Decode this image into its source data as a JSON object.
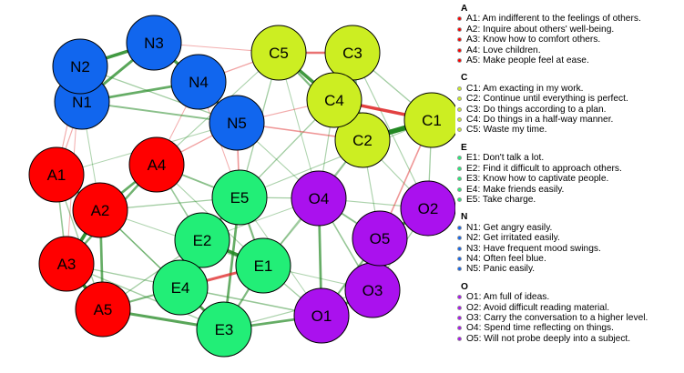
{
  "colors": {
    "A": "#ff0000",
    "C": "#ccee22",
    "E": "#22ee77",
    "N": "#1166ee",
    "O": "#aa11ee",
    "positive_edge": "#228822",
    "negative_edge": "#dd2222"
  },
  "nodes": [
    {
      "id": "A1",
      "group": "A"
    },
    {
      "id": "A2",
      "group": "A"
    },
    {
      "id": "A3",
      "group": "A"
    },
    {
      "id": "A4",
      "group": "A"
    },
    {
      "id": "A5",
      "group": "A"
    },
    {
      "id": "C1",
      "group": "C"
    },
    {
      "id": "C2",
      "group": "C"
    },
    {
      "id": "C3",
      "group": "C"
    },
    {
      "id": "C4",
      "group": "C"
    },
    {
      "id": "C5",
      "group": "C"
    },
    {
      "id": "E1",
      "group": "E"
    },
    {
      "id": "E2",
      "group": "E"
    },
    {
      "id": "E3",
      "group": "E"
    },
    {
      "id": "E4",
      "group": "E"
    },
    {
      "id": "E5",
      "group": "E"
    },
    {
      "id": "N1",
      "group": "N"
    },
    {
      "id": "N2",
      "group": "N"
    },
    {
      "id": "N3",
      "group": "N"
    },
    {
      "id": "N4",
      "group": "N"
    },
    {
      "id": "N5",
      "group": "N"
    },
    {
      "id": "O1",
      "group": "O"
    },
    {
      "id": "O2",
      "group": "O"
    },
    {
      "id": "O3",
      "group": "O"
    },
    {
      "id": "O4",
      "group": "O"
    },
    {
      "id": "O5",
      "group": "O"
    }
  ],
  "edges": [
    {
      "from": "N1",
      "to": "N2",
      "weight": 0.8,
      "sign": "+"
    },
    {
      "from": "N2",
      "to": "N3",
      "weight": 0.55,
      "sign": "+"
    },
    {
      "from": "N1",
      "to": "N3",
      "weight": 0.45,
      "sign": "+"
    },
    {
      "from": "N3",
      "to": "N4",
      "weight": 0.5,
      "sign": "+"
    },
    {
      "from": "N4",
      "to": "N5",
      "weight": 0.45,
      "sign": "+"
    },
    {
      "from": "N1",
      "to": "N4",
      "weight": 0.4,
      "sign": "+"
    },
    {
      "from": "N1",
      "to": "N5",
      "weight": 0.25,
      "sign": "+"
    },
    {
      "from": "N2",
      "to": "N5",
      "weight": 0.15,
      "sign": "+"
    },
    {
      "from": "C1",
      "to": "C2",
      "weight": 0.9,
      "sign": "+"
    },
    {
      "from": "C4",
      "to": "C1",
      "weight": 0.55,
      "sign": "-"
    },
    {
      "from": "C5",
      "to": "C3",
      "weight": 0.35,
      "sign": "-"
    },
    {
      "from": "C5",
      "to": "C4",
      "weight": 0.55,
      "sign": "+"
    },
    {
      "from": "C2",
      "to": "C4",
      "weight": 0.35,
      "sign": "+"
    },
    {
      "from": "C3",
      "to": "C4",
      "weight": 0.3,
      "sign": "+"
    },
    {
      "from": "C3",
      "to": "C2",
      "weight": 0.3,
      "sign": "+"
    },
    {
      "from": "C5",
      "to": "C2",
      "weight": 0.3,
      "sign": "+"
    },
    {
      "from": "C1",
      "to": "O5",
      "weight": 0.2,
      "sign": "-"
    },
    {
      "from": "A1",
      "to": "A2",
      "weight": 0.4,
      "sign": "+"
    },
    {
      "from": "A2",
      "to": "A3",
      "weight": 0.6,
      "sign": "+"
    },
    {
      "from": "A3",
      "to": "A5",
      "weight": 0.6,
      "sign": "+"
    },
    {
      "from": "A2",
      "to": "A5",
      "weight": 0.4,
      "sign": "+"
    },
    {
      "from": "A2",
      "to": "A4",
      "weight": 0.4,
      "sign": "+"
    },
    {
      "from": "A4",
      "to": "A3",
      "weight": 0.35,
      "sign": "+"
    },
    {
      "from": "A1",
      "to": "A3",
      "weight": 0.2,
      "sign": "+"
    },
    {
      "from": "A4",
      "to": "E5",
      "weight": 0.25,
      "sign": "+"
    },
    {
      "from": "A2",
      "to": "E4",
      "weight": 0.2,
      "sign": "+"
    },
    {
      "from": "A5",
      "to": "E3",
      "weight": 0.45,
      "sign": "+"
    },
    {
      "from": "A5",
      "to": "E4",
      "weight": 0.3,
      "sign": "+"
    },
    {
      "from": "A4",
      "to": "E2",
      "weight": 0.2,
      "sign": "+"
    },
    {
      "from": "E1",
      "to": "E2",
      "weight": 0.6,
      "sign": "+"
    },
    {
      "from": "E2",
      "to": "E4",
      "weight": 0.4,
      "sign": "+"
    },
    {
      "from": "E3",
      "to": "E4",
      "weight": 0.45,
      "sign": "+"
    },
    {
      "from": "E3",
      "to": "E5",
      "weight": 0.4,
      "sign": "+"
    },
    {
      "from": "E1",
      "to": "E4",
      "weight": 0.45,
      "sign": "-"
    },
    {
      "from": "E1",
      "to": "E5",
      "weight": 0.3,
      "sign": "+"
    },
    {
      "from": "E3",
      "to": "E1",
      "weight": 0.3,
      "sign": "+"
    },
    {
      "from": "E2",
      "to": "E5",
      "weight": 0.35,
      "sign": "+"
    },
    {
      "from": "E3",
      "to": "O1",
      "weight": 0.4,
      "sign": "+"
    },
    {
      "from": "E4",
      "to": "O1",
      "weight": 0.2,
      "sign": "+"
    },
    {
      "from": "E1",
      "to": "O4",
      "weight": 0.15,
      "sign": "+"
    },
    {
      "from": "O1",
      "to": "O3",
      "weight": 0.45,
      "sign": "+"
    },
    {
      "from": "O1",
      "to": "O4",
      "weight": 0.4,
      "sign": "+"
    },
    {
      "from": "O2",
      "to": "O5",
      "weight": 0.5,
      "sign": "+"
    },
    {
      "from": "O3",
      "to": "O5",
      "weight": 0.4,
      "sign": "+"
    },
    {
      "from": "O4",
      "to": "O5",
      "weight": 0.25,
      "sign": "+"
    },
    {
      "from": "O1",
      "to": "O5",
      "weight": 0.3,
      "sign": "+"
    },
    {
      "from": "O3",
      "to": "O2",
      "weight": 0.15,
      "sign": "+"
    },
    {
      "from": "O4",
      "to": "O3",
      "weight": 0.2,
      "sign": "+"
    },
    {
      "from": "N5",
      "to": "E5",
      "weight": 0.2,
      "sign": "-"
    },
    {
      "from": "N5",
      "to": "A4",
      "weight": 0.15,
      "sign": "-"
    },
    {
      "from": "N5",
      "to": "C2",
      "weight": 0.2,
      "sign": "-"
    },
    {
      "from": "N4",
      "to": "C5",
      "weight": 0.15,
      "sign": "-"
    },
    {
      "from": "N1",
      "to": "A1",
      "weight": 0.12,
      "sign": "-"
    },
    {
      "from": "N2",
      "to": "A1",
      "weight": 0.12,
      "sign": "-"
    },
    {
      "from": "N5",
      "to": "O4",
      "weight": 0.12,
      "sign": "+"
    },
    {
      "from": "C5",
      "to": "E5",
      "weight": 0.15,
      "sign": "+"
    },
    {
      "from": "C4",
      "to": "E5",
      "weight": 0.15,
      "sign": "+"
    },
    {
      "from": "C2",
      "to": "O4",
      "weight": 0.15,
      "sign": "+"
    },
    {
      "from": "C1",
      "to": "O2",
      "weight": 0.15,
      "sign": "+"
    },
    {
      "from": "C3",
      "to": "O2",
      "weight": 0.12,
      "sign": "+"
    },
    {
      "from": "C1",
      "to": "E5",
      "weight": 0.12,
      "sign": "+"
    },
    {
      "from": "C2",
      "to": "E1",
      "weight": 0.15,
      "sign": "+"
    },
    {
      "from": "C4",
      "to": "O4",
      "weight": 0.12,
      "sign": "+"
    },
    {
      "from": "C5",
      "to": "A4",
      "weight": 0.12,
      "sign": "+"
    },
    {
      "from": "N2",
      "to": "A3",
      "weight": 0.1,
      "sign": "-"
    },
    {
      "from": "A1",
      "to": "N5",
      "weight": 0.1,
      "sign": "+"
    },
    {
      "from": "A3",
      "to": "E3",
      "weight": 0.15,
      "sign": "+"
    },
    {
      "from": "A5",
      "to": "E2",
      "weight": 0.15,
      "sign": "+"
    },
    {
      "from": "A2",
      "to": "E5",
      "weight": 0.15,
      "sign": "+"
    },
    {
      "from": "A4",
      "to": "E1",
      "weight": 0.12,
      "sign": "+"
    },
    {
      "from": "A2",
      "to": "E1",
      "weight": 0.1,
      "sign": "+"
    },
    {
      "from": "E5",
      "to": "O4",
      "weight": 0.15,
      "sign": "+"
    },
    {
      "from": "E5",
      "to": "O1",
      "weight": 0.1,
      "sign": "+"
    },
    {
      "from": "E2",
      "to": "O4",
      "weight": 0.1,
      "sign": "+"
    },
    {
      "from": "E1",
      "to": "O1",
      "weight": 0.15,
      "sign": "+"
    },
    {
      "from": "E1",
      "to": "O3",
      "weight": 0.1,
      "sign": "+"
    },
    {
      "from": "E3",
      "to": "O3",
      "weight": 0.12,
      "sign": "+"
    },
    {
      "from": "O4",
      "to": "O2",
      "weight": 0.12,
      "sign": "+"
    },
    {
      "from": "O5",
      "to": "C2",
      "weight": 0.12,
      "sign": "+"
    },
    {
      "from": "O2",
      "to": "C2",
      "weight": 0.12,
      "sign": "+"
    },
    {
      "from": "N4",
      "to": "E5",
      "weight": 0.1,
      "sign": "-"
    },
    {
      "from": "N3",
      "to": "C5",
      "weight": 0.1,
      "sign": "-"
    },
    {
      "from": "N1",
      "to": "A2",
      "weight": 0.1,
      "sign": "+"
    },
    {
      "from": "C5",
      "to": "O4",
      "weight": 0.1,
      "sign": "+"
    },
    {
      "from": "C4",
      "to": "N5",
      "weight": 0.12,
      "sign": "-"
    },
    {
      "from": "C3",
      "to": "C1",
      "weight": 0.15,
      "sign": "+"
    },
    {
      "from": "A4",
      "to": "N4",
      "weight": 0.1,
      "sign": "-"
    },
    {
      "from": "A1",
      "to": "A5",
      "weight": 0.15,
      "sign": "+"
    },
    {
      "from": "E4",
      "to": "A3",
      "weight": 0.15,
      "sign": "+"
    },
    {
      "from": "E3",
      "to": "A2",
      "weight": 0.1,
      "sign": "+"
    }
  ],
  "legend": [
    {
      "title": "A",
      "items": [
        "A1: Am indifferent to the feelings of others.",
        "A2: Inquire about others' well-being.",
        "A3: Know how to comfort others.",
        "A4: Love children.",
        "A5: Make people feel at ease."
      ]
    },
    {
      "title": "C",
      "items": [
        "C1: Am exacting in my work.",
        "C2: Continue until everything is perfect.",
        "C3: Do things according to a plan.",
        "C4: Do things in a half-way manner.",
        "C5: Waste my time."
      ]
    },
    {
      "title": "E",
      "items": [
        "E1: Don't talk a lot.",
        "E2: Find it difficult to approach others.",
        "E3: Know how to captivate people.",
        "E4: Make friends easily.",
        "E5: Take charge."
      ]
    },
    {
      "title": "N",
      "items": [
        "N1: Get angry easily.",
        "N2: Get irritated easily.",
        "N3: Have frequent mood swings.",
        "N4: Often feel blue.",
        "N5: Panic easily."
      ]
    },
    {
      "title": "O",
      "items": [
        "O1: Am full of ideas.",
        "O2: Avoid difficult reading material.",
        "O3: Carry the conversation to a higher level.",
        "O4: Spend time reflecting on things.",
        "O5: Will not probe deeply into a subject."
      ]
    }
  ]
}
